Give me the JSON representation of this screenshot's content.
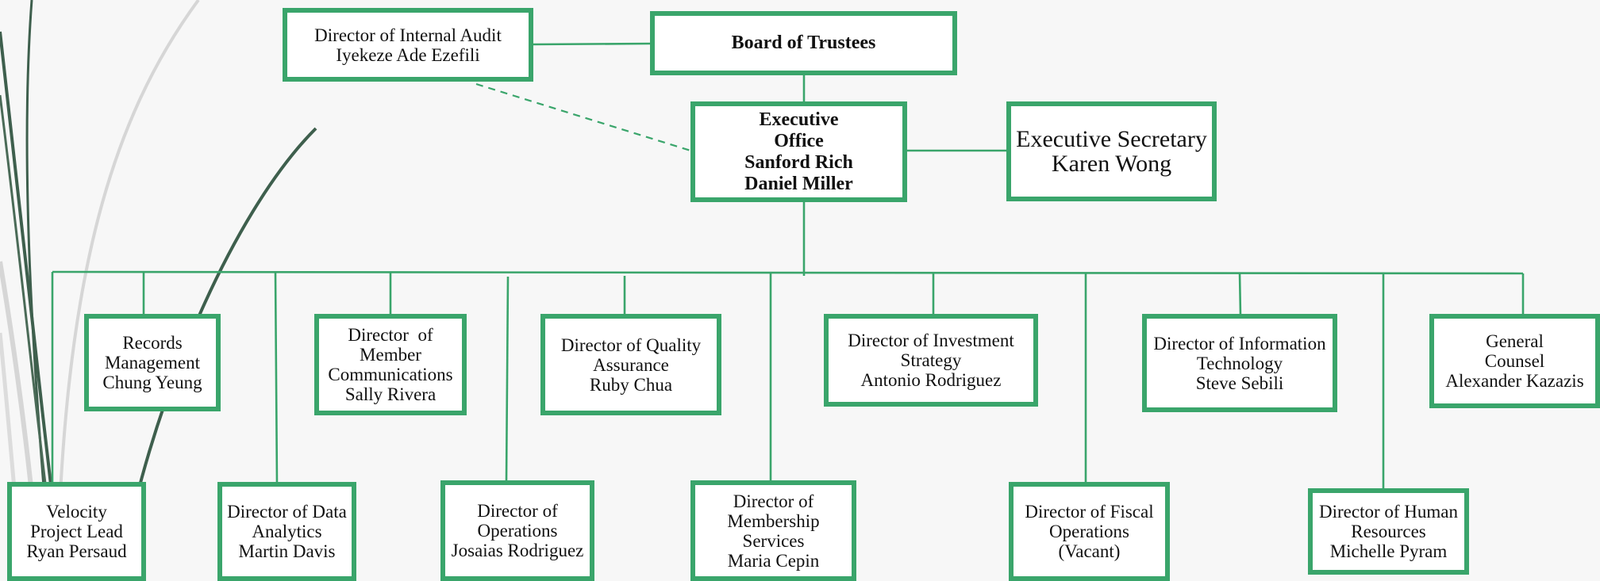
{
  "colors": {
    "accent": "#3aa56b",
    "box_fill": "#ffffff",
    "text": "#111111",
    "background": "#f7f7f7",
    "decor_dark": "#3e5f4d",
    "decor_light": "#d6d6d6"
  },
  "boxes": {
    "internal_audit": [
      "Director of Internal Audit",
      "Iyekeze Ade Ezefili"
    ],
    "board": [
      "Board of Trustees"
    ],
    "executive_office": [
      "Executive",
      "Office",
      "Sanford Rich",
      "Daniel Miller"
    ],
    "executive_secretary": [
      "Executive Secretary",
      "Karen Wong"
    ],
    "records_management": [
      "Records",
      "Management",
      "Chung Yeung"
    ],
    "member_communications": [
      "Director  of",
      "Member",
      "Communications",
      "Sally Rivera"
    ],
    "quality_assurance": [
      "Director of Quality",
      "Assurance",
      "Ruby Chua"
    ],
    "investment_strategy": [
      "Director of Investment",
      "Strategy",
      "Antonio Rodriguez"
    ],
    "information_technology": [
      "Director of Information",
      "Technology",
      "Steve Sebili"
    ],
    "general_counsel": [
      "General",
      "Counsel",
      "Alexander Kazazis"
    ],
    "velocity": [
      "Velocity",
      "Project Lead",
      "Ryan Persaud"
    ],
    "data_analytics": [
      "Director of Data",
      "Analytics",
      "Martin Davis"
    ],
    "operations": [
      "Director of",
      "Operations",
      "Josaias Rodriguez"
    ],
    "membership_services": [
      "Director of",
      "Membership",
      "Services",
      "Maria Cepin"
    ],
    "fiscal_operations": [
      "Director of Fiscal",
      "Operations",
      "(Vacant)"
    ],
    "human_resources": [
      "Director of Human",
      "Resources",
      "Michelle Pyram"
    ]
  }
}
